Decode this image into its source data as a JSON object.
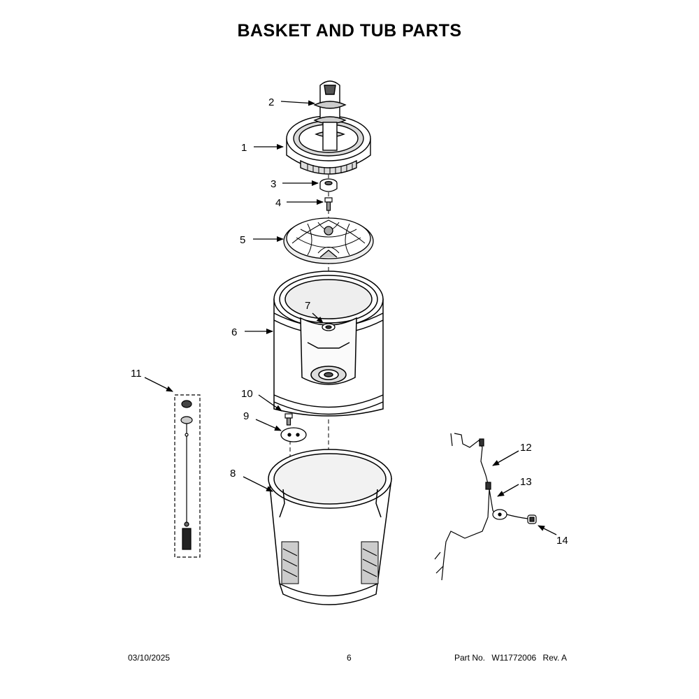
{
  "page": {
    "title": "BASKET AND TUB PARTS"
  },
  "callouts": [
    "1",
    "2",
    "3",
    "4",
    "5",
    "6",
    "7",
    "8",
    "9",
    "10",
    "11",
    "12",
    "13",
    "14"
  ],
  "footer": {
    "date": "03/10/2025",
    "page_number": "6",
    "part_label": "Part No.",
    "part_number": "W11772006",
    "revision": "Rev.  A"
  }
}
